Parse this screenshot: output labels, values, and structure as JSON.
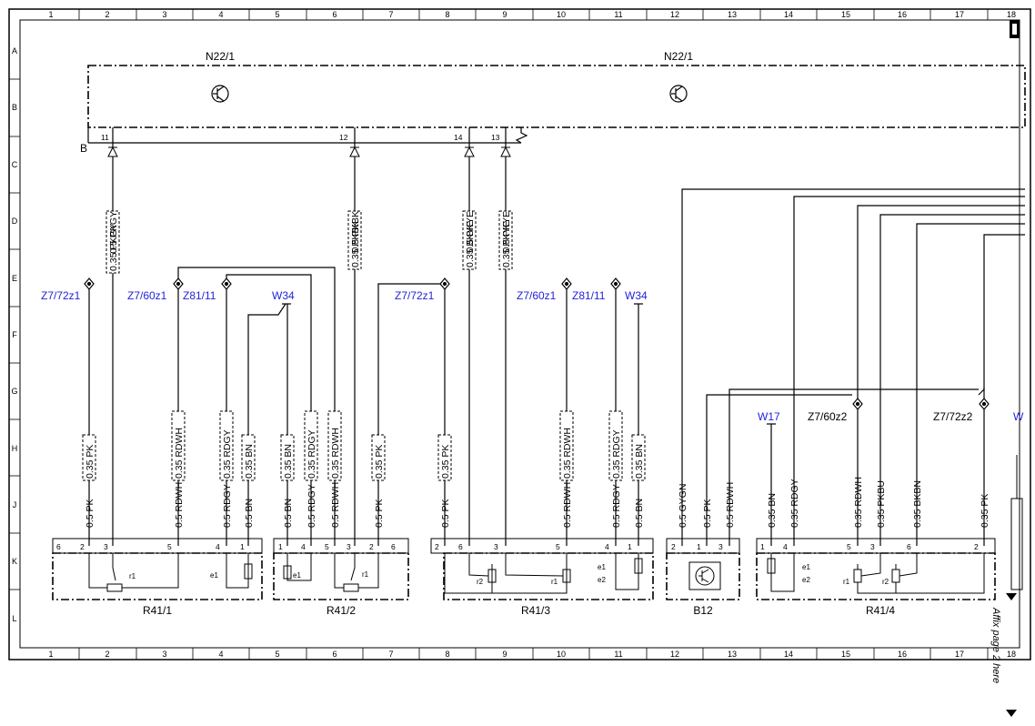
{
  "frame": {
    "columns": [
      "1",
      "2",
      "3",
      "4",
      "5",
      "6",
      "7",
      "8",
      "9",
      "10",
      "11",
      "12",
      "13",
      "14",
      "15",
      "16",
      "17",
      "18"
    ],
    "rows": [
      "A",
      "B",
      "C",
      "D",
      "E",
      "F",
      "G",
      "H",
      "J",
      "K",
      "L"
    ]
  },
  "modules": [
    {
      "id": "n22-left",
      "label": "N22/1"
    },
    {
      "id": "n22-right",
      "label": "N22/1"
    }
  ],
  "bus": {
    "label": "B",
    "pins": [
      "11",
      "12",
      "14",
      "13"
    ]
  },
  "top_wires": [
    {
      "id": "w11",
      "upper": "0.5 PKGY",
      "lower": "0.35 PKGY"
    },
    {
      "id": "w12",
      "upper": "0.5 PKBK",
      "lower": "0.35 PKBK"
    },
    {
      "id": "w14",
      "upper": "0.5 BKYE",
      "lower": "0.35 BKYE"
    },
    {
      "id": "w13",
      "upper": "0.5 PKYE",
      "lower": "0.35 PKYE"
    }
  ],
  "refs": {
    "z772a": "Z7/72z1",
    "z760a": "Z7/60z1",
    "z811a": "Z81/11",
    "w34a": "W34",
    "z772b": "Z7/72z1",
    "z760b": "Z7/60z1",
    "z811b": "Z81/11",
    "w34b": "W34",
    "w17": "W17",
    "z760c": "Z7/60z2",
    "z772c": "Z7/72z2",
    "wcut": "W"
  },
  "conductors": [
    {
      "id": "c1",
      "lower": "0.5 PK",
      "upper": "0.35 PK"
    },
    {
      "id": "c2",
      "lower": "0.5 RDWH",
      "upper": "0.35 RDWH"
    },
    {
      "id": "c3",
      "lower": "0.5 RDGY",
      "upper": "0.35 RDGY"
    },
    {
      "id": "c4",
      "lower": "0.5 BN",
      "upper": "0.35 BN"
    },
    {
      "id": "c5",
      "lower": "0.5 BN",
      "upper": "0.35 BN"
    },
    {
      "id": "c6",
      "lower": "0.5 RDGY",
      "upper": "0.35 RDGY"
    },
    {
      "id": "c7",
      "lower": "0.5 RDWH",
      "upper": "0.35 RDWH"
    },
    {
      "id": "c8",
      "lower": "0.5 PK",
      "upper": "0.35 PK"
    },
    {
      "id": "c9",
      "lower": "0.5 PK",
      "upper": "0.35 PK"
    },
    {
      "id": "c10",
      "lower": "0.5 RDWH",
      "upper": "0.35 RDWH"
    },
    {
      "id": "c11",
      "lower": "0.5 RDGY",
      "upper": "0.35 RDGY"
    },
    {
      "id": "c12",
      "lower": "0.5 BN",
      "upper": "0.35 BN"
    },
    {
      "id": "c13",
      "lower": "0.5 GYGN",
      "upper": ""
    },
    {
      "id": "c14",
      "lower": "0.5 PK",
      "upper": ""
    },
    {
      "id": "c15",
      "lower": "0.5 RDWH",
      "upper": ""
    },
    {
      "id": "c16",
      "lower": "0.35 BN",
      "upper": ""
    },
    {
      "id": "c17",
      "lower": "0.35 RDGY",
      "upper": ""
    },
    {
      "id": "c18",
      "lower": "0.35 RDWH",
      "upper": ""
    },
    {
      "id": "c19",
      "lower": "0.35 PKBU",
      "upper": ""
    },
    {
      "id": "c20",
      "lower": "0.35 BKBN",
      "upper": ""
    },
    {
      "id": "c21",
      "lower": "0.35 PK",
      "upper": ""
    }
  ],
  "components": [
    {
      "id": "r411",
      "label": "R41/1",
      "pins": [
        "6",
        "2",
        "3",
        "5",
        "4",
        "1"
      ],
      "parts": [
        "r1",
        "e1"
      ]
    },
    {
      "id": "r412",
      "label": "R41/2",
      "pins": [
        "1",
        "4",
        "5",
        "3",
        "2",
        "6"
      ],
      "parts": [
        "e1",
        "r1"
      ]
    },
    {
      "id": "r413",
      "label": "R41/3",
      "pins": [
        "2",
        "6",
        "3",
        "5",
        "4",
        "1"
      ],
      "parts": [
        "r2",
        "r1",
        "e1",
        "e2"
      ]
    },
    {
      "id": "b12",
      "label": "B12",
      "pins": [
        "2",
        "1",
        "3"
      ],
      "parts": []
    },
    {
      "id": "r414",
      "label": "R41/4",
      "pins": [
        "1",
        "4",
        "5",
        "3",
        "6",
        "2"
      ],
      "parts": [
        "e1",
        "e2",
        "r1",
        "r2"
      ]
    }
  ],
  "note": {
    "text": "Affix page 2 here"
  }
}
